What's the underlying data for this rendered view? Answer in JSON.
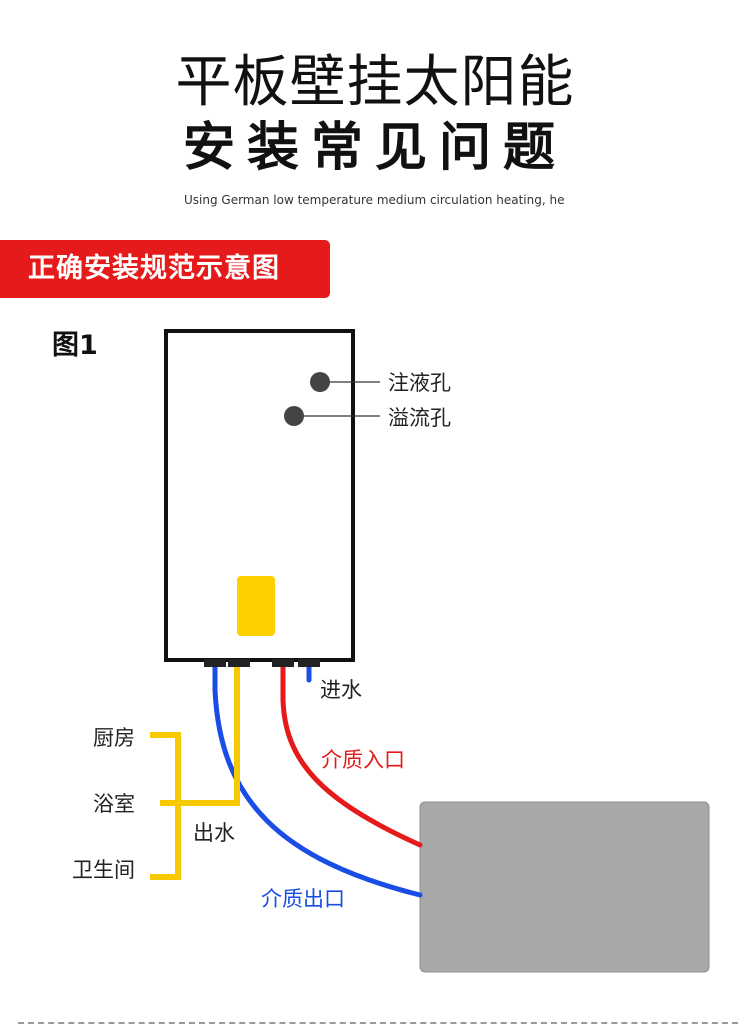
{
  "header": {
    "title": "平板壁挂太阳能",
    "subtitle": "安装常见问题",
    "english_line": "Using German low temperature medium circulation heating, hea"
  },
  "section": {
    "banner_label": "正确安装规范示意图",
    "banner_color": "#e51a1a"
  },
  "figure": {
    "label": "图1",
    "annotations": {
      "inlet_hole": "注液孔",
      "overflow_hole": "溢流孔",
      "water_in": "进水",
      "medium_in": "介质入口",
      "medium_out": "介质出口",
      "water_out": "出水",
      "kitchen": "厨房",
      "bathroom": "浴室",
      "toilet": "卫生间"
    },
    "colors": {
      "red_pipe": "#e51a1a",
      "blue_pipe": "#1a4de5",
      "yellow_pipe": "#f5c800",
      "indicator": "#ffd000",
      "collector_panel": "#a8a8a8"
    }
  }
}
